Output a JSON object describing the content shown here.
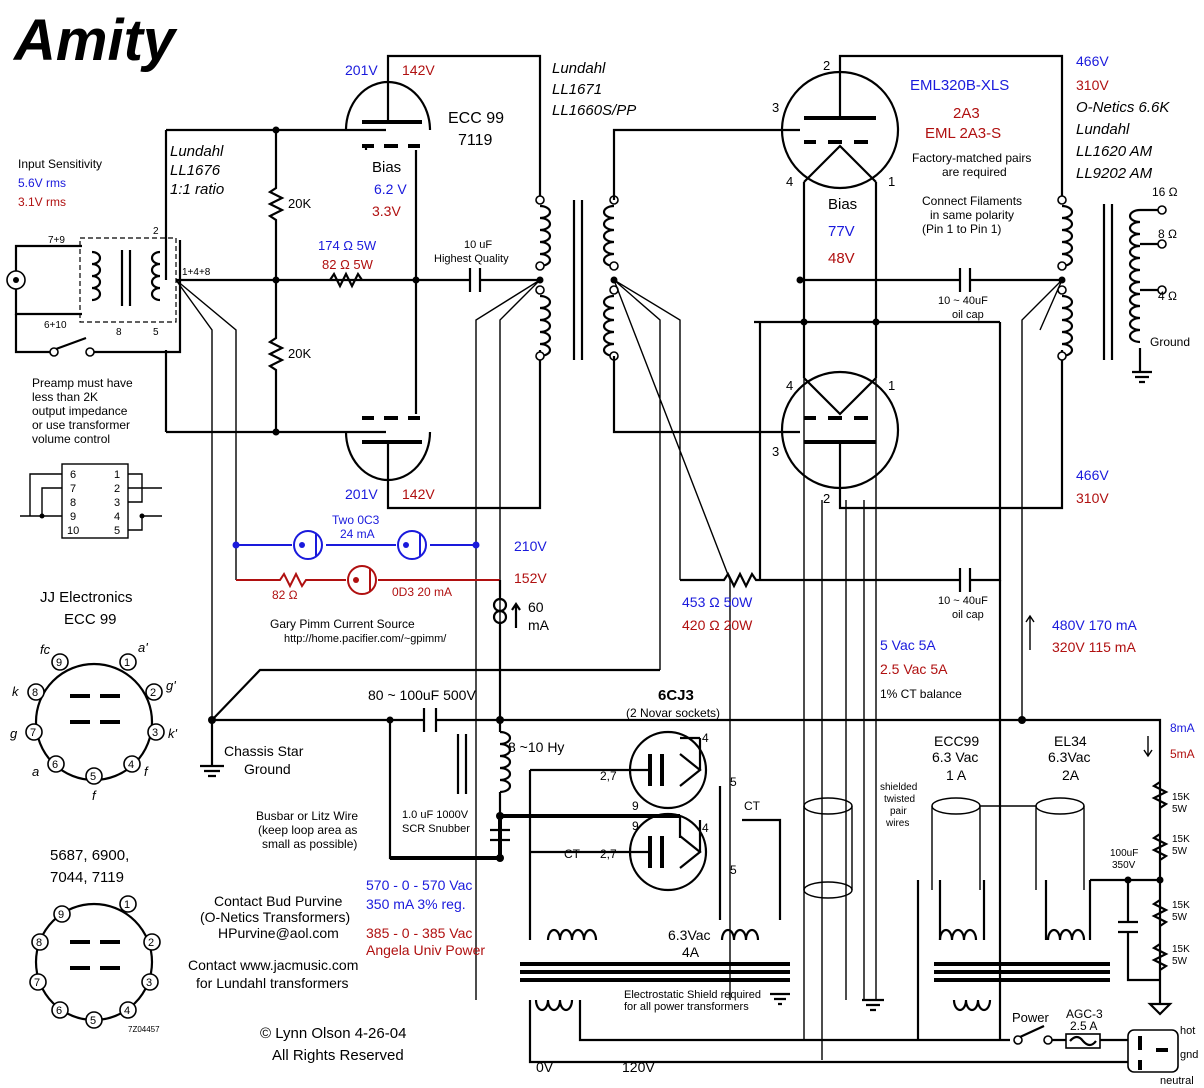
{
  "title": "Amity",
  "colors": {
    "blue": "#1a1adc",
    "red": "#b01010",
    "black": "#000000"
  },
  "input": {
    "heading": "Input Sensitivity",
    "v1": "5.6V rms",
    "v2": "3.1V rms",
    "pin_a": "7+9",
    "pin_b": "6+10",
    "pin_c": "2",
    "pin_d": "1+4+8",
    "pin_e": "8",
    "pin_f": "5"
  },
  "input_xfmr": {
    "l1": "Lundahl",
    "l2": "LL1676",
    "l3": "1:1 ratio"
  },
  "preamp_note": [
    "Preamp must have",
    "less than 2K",
    "output impedance",
    "or use transformer",
    "volume control"
  ],
  "pinbox": {
    "left": [
      "6",
      "7",
      "8",
      "9",
      "10"
    ],
    "right": [
      "1",
      "2",
      "3",
      "4",
      "5"
    ]
  },
  "driver": {
    "tube_l1": "ECC 99",
    "tube_l2": "7119",
    "top_v_blue": "201V",
    "top_v_red": "142V",
    "bot_v_blue": "201V",
    "bot_v_red": "142V",
    "bias": "Bias",
    "bias_blue": "6.2 V",
    "bias_red": "3.3V",
    "res_top": "20K",
    "res_bot": "20K",
    "res_blue": "174 Ω  5W",
    "res_red": "82 Ω  5W",
    "cap_l1": "10 uF",
    "cap_l2": "Highest Quality"
  },
  "interstage": {
    "l1": "Lundahl",
    "l2": "LL1671",
    "l3": "LL1660S/PP"
  },
  "output_tubes": {
    "name": "EML320B-XLS",
    "alt1": "2A3",
    "alt2": "EML 2A3-S",
    "note1": "Factory-matched pairs",
    "note2": "are required",
    "note3": "Connect Filaments",
    "note4": "in same polarity",
    "note5": "(Pin 1 to Pin 1)",
    "bias": "Bias",
    "bias_blue": "77V",
    "bias_red": "48V",
    "pin_top": "2",
    "pin_grid": "3",
    "pin_f4": "4",
    "pin_f1": "1",
    "cap_top": "10 ~ 40uF",
    "cap_top2": "oil cap",
    "cap_bot": "10 ~ 40uF",
    "cap_bot2": "oil cap",
    "res_blue": "453 Ω  50W",
    "res_red": "420 Ω  20W"
  },
  "output_xfmr": {
    "v_blue": "466V",
    "v_red": "310V",
    "l1": "O-Netics 6.6K",
    "l2": "Lundahl",
    "l3": "LL1620 AM",
    "l4": "LL9202 AM",
    "tap16": "16 Ω",
    "tap8": "8 Ω",
    "tap4": "4 Ω",
    "ground": "Ground",
    "v2_blue": "466V",
    "v2_red": "310V"
  },
  "vr": {
    "blue_label": "Two 0C3",
    "blue_current": "24 mA",
    "red_res": "82 Ω",
    "red_label": "0D3 20 mA",
    "v_blue": "210V",
    "v_red": "152V",
    "current": "60",
    "current_unit": "mA",
    "src1": "Gary Pimm Current Source",
    "src2": "http://home.pacifier.com/~gpimm/"
  },
  "filament": {
    "blue": "5 Vac  5A",
    "red": "2.5 Vac  5A",
    "note": "1% CT balance"
  },
  "supply": {
    "blue": "480V  170 mA",
    "red": "320V  115 mA",
    "b8": "8mA",
    "r5": "5mA"
  },
  "psu": {
    "cap": "80 ~ 100uF 500V",
    "choke": "8 ~10 Hy",
    "ground1": "Chassis Star",
    "ground2": "Ground",
    "rect": "6CJ3",
    "rect_note": "(2 Novar sockets)",
    "snub1": "1.0 uF  1000V",
    "snub2": "SCR Snubber",
    "bus1": "Busbar or Litz Wire",
    "bus2": "(keep loop area as",
    "bus3": "small as possible)",
    "ht_blue1": "570 - 0 - 570 Vac",
    "ht_blue2": "350 mA  3% reg.",
    "ht_red1": "385 - 0 - 385 Vac",
    "ht_red2": "Angela Univ Power",
    "fil_v": "6.3Vac",
    "fil_a": "4A",
    "shield1": "Electrostatic Shield required",
    "shield2": "for all power transformers",
    "pin27a": "2,7",
    "pin27b": "2,7",
    "pin4a": "4",
    "pin4b": "4",
    "pin5a": "5",
    "pin5b": "5",
    "pin9a": "9",
    "pin9b": "9",
    "ct1": "CT",
    "ct2": "CT",
    "zero_v": "0V",
    "mains_v": "120V",
    "twisted1": "shielded",
    "twisted2": "twisted",
    "twisted3": "pair",
    "twisted4": "wires"
  },
  "heaters": {
    "ecc_t": "ECC99",
    "ecc_v": "6.3 Vac",
    "ecc_a": "1 A",
    "el_t": "EL34",
    "el_v": "6.3Vac",
    "el_a": "2A",
    "res": "15K\n5W",
    "cap1": "100uF",
    "cap2": "350V"
  },
  "mains": {
    "power": "Power",
    "fuse1": "AGC-3",
    "fuse2": "2.5 A",
    "hot": "hot",
    "gnd": "gnd",
    "neutral": "neutral"
  },
  "jj": {
    "l1": "JJ Electronics",
    "l2": "ECC 99"
  },
  "alt_tubes": {
    "l1": "5687, 6900,",
    "l2": "7044, 7119",
    "code": "7Z04457"
  },
  "pins_a": {
    "p1": "1",
    "p2": "2",
    "p3": "3",
    "p4": "4",
    "p5": "5",
    "p6": "6",
    "p7": "7",
    "p8": "8",
    "p9": "9",
    "a_prime": "a'",
    "g_prime": "g'",
    "k_prime": "k'",
    "f1": "f",
    "f2": "f",
    "a": "a",
    "g": "g",
    "k": "k",
    "fc": "fc"
  },
  "contact": {
    "c1": "Contact Bud Purvine",
    "c2": "(O-Netics Transformers)",
    "c3": "HPurvine@aol.com",
    "c4": "Contact www.jacmusic.com",
    "c5": "for Lundahl transformers"
  },
  "credit": {
    "c1": "© Lynn Olson  4-26-04",
    "c2": "All Rights Reserved"
  }
}
